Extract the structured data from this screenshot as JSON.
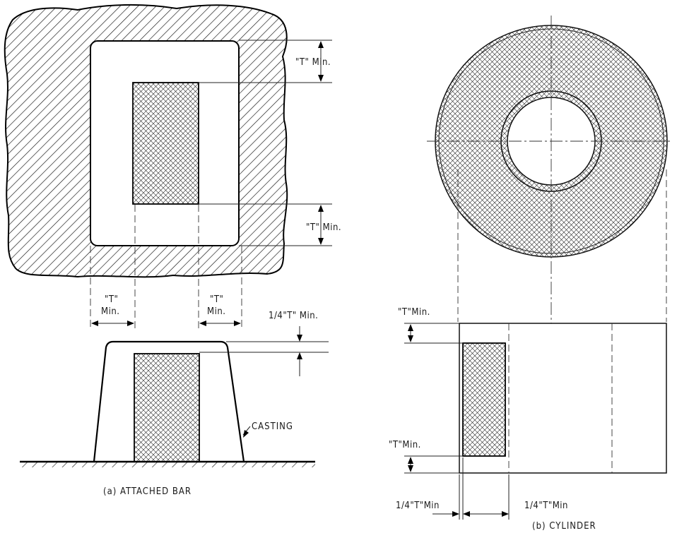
{
  "figure_a": {
    "dim_top": "\"T\" Min.",
    "dim_right": "\"T\" Min.",
    "dim_left_line1": "\"T\"",
    "dim_left_line2": "Min.",
    "dim_mid_line1": "\"T\"",
    "dim_mid_line2": "Min.",
    "dim_quarter": "1/4\"T\" Min.",
    "casting_label": "CASTING",
    "caption": "(a)  ATTACHED BAR"
  },
  "figure_b": {
    "dim_top": "\"T\"Min.",
    "dim_bottom": "\"T\"Min.",
    "dim_quarter_left": "1/4\"T\"Min",
    "dim_quarter_right": "1/4\"T\"Min",
    "caption": "(b)  CYLINDER"
  },
  "colors": {
    "ink": "#111111",
    "paper": "#ffffff"
  }
}
